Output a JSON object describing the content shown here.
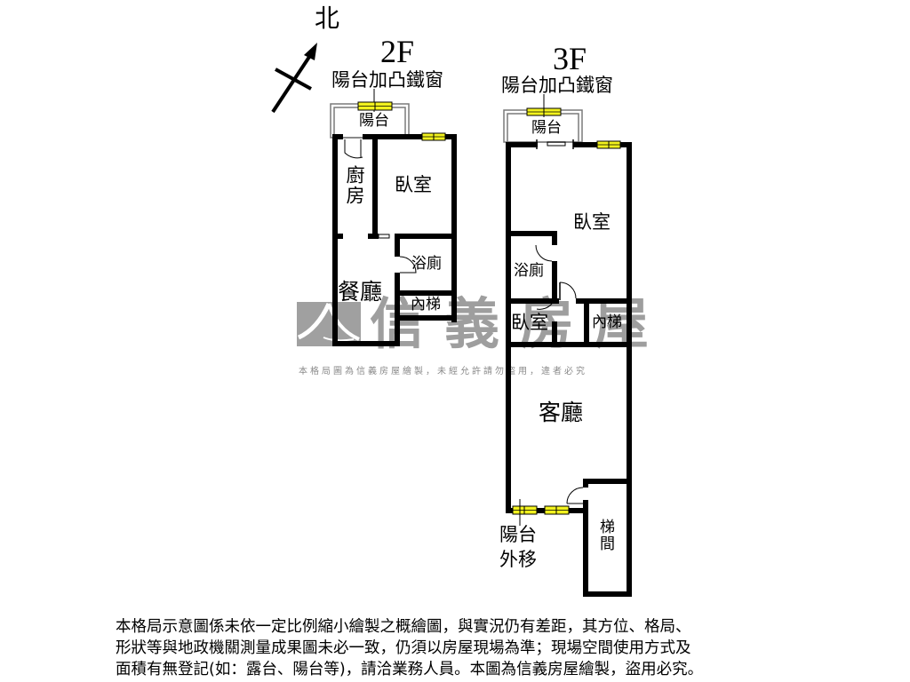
{
  "compass": {
    "label": "北",
    "icon": "north-arrow-icon"
  },
  "floors": [
    {
      "id": "2F",
      "title": "2F",
      "balcony_callout": "陽台加凸鐵窗",
      "rooms": {
        "balcony": "陽台",
        "kitchen": "廚房",
        "bedroom": "臥室",
        "bathroom": "浴廁",
        "dining": "餐廳",
        "stairs": "內梯"
      }
    },
    {
      "id": "3F",
      "title": "3F",
      "balcony_callout": "陽台加凸鐵窗",
      "rooms": {
        "balcony": "陽台",
        "bedroom_main": "臥室",
        "bathroom": "浴廁",
        "bedroom_small": "臥室",
        "stairs": "內梯",
        "living": "客廳",
        "stairwell": "梯間",
        "balcony_moved_line1": "陽台",
        "balcony_moved_line2": "外移"
      }
    }
  ],
  "watermark": {
    "brand": "信義房屋",
    "notice": "本格局圖為信義房屋繪製，未經允許請勿盜用，違者必究",
    "color": "#9e9e9e"
  },
  "disclaimer": {
    "lines": [
      "本格局示意圖係未依一定比例縮小繪製之概繪圖，與實況仍有差距，其方位、格局、",
      "形狀等與地政機關測量成果圖未必一致，仍須以房屋現場為準；現場空間使用方式及",
      "面積有無登記(如：露台、陽台等)，請洽業務人員。本圖為信義房屋繪製，盜用必究。"
    ]
  },
  "colors": {
    "wall": "#000000",
    "window_fill": "#f2f21e",
    "balcony_rail": "#7a7a7a",
    "watermark": "#9e9e9e"
  }
}
